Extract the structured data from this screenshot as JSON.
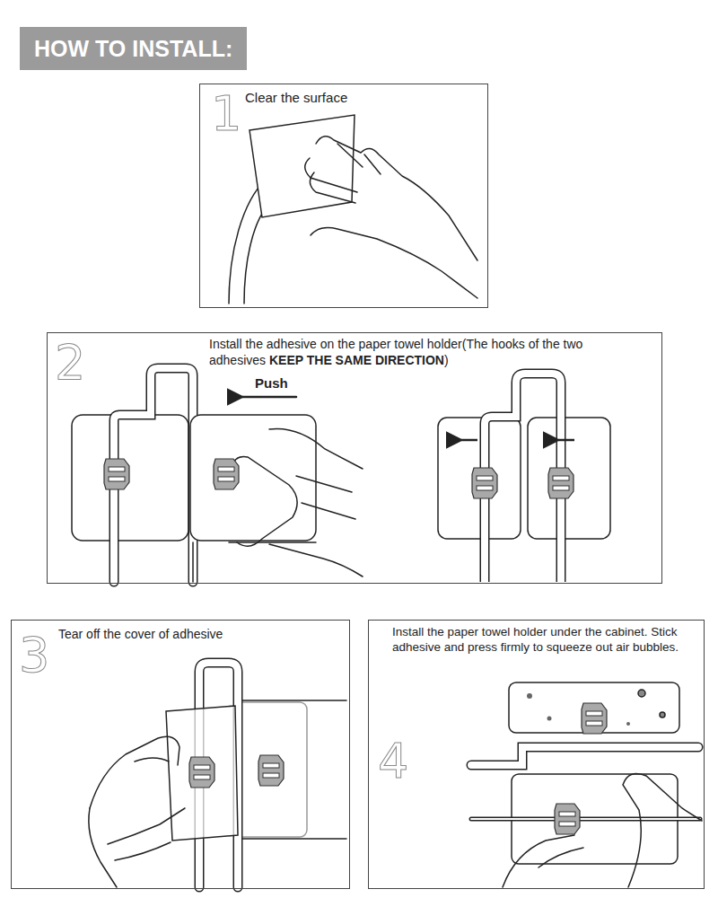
{
  "diagram": {
    "title": "HOW TO INSTALL:",
    "nodes": [
      {
        "text": [
          "1",
          "Clear the surface"
        ]
      },
      {
        "text": [
          "2",
          "Install the adhesive on the paper towel holder(The hooks of the two adhesives",
          "KEEP THE SAME DIRECTION",
          ")"
        ]
      },
      {
        "text": [
          "3",
          "Tear off the cover of adhesive"
        ]
      },
      {
        "text": [
          "4",
          "Install the paper towel holder under the cabinet. Stick adhesive and press firmly to squeeze out air bubbles."
        ]
      }
    ],
    "labels": [
      "Push"
    ]
  }
}
